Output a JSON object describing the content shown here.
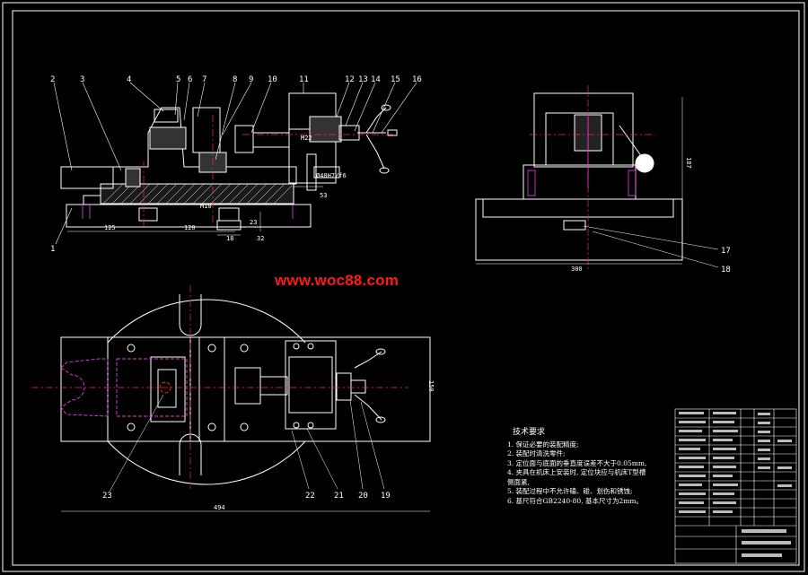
{
  "watermark": "www.woc88.com",
  "tech_requirements": {
    "title": "技术要求",
    "items": [
      "1. 保证必要的装配精度;",
      "2. 装配时清洗零件;",
      "3. 定位面与底面的垂直度误差不大于0.05mm,",
      "4. 夹具在机床上安装时, 定位块应与机床T型槽",
      "   侧面紧,",
      "5. 装配过程中不允许磕、碰、划伤和锈蚀;",
      "6. 基尺符合GB2240-80, 基本尺寸为2mm。"
    ]
  },
  "part_labels": [
    "1",
    "2",
    "3",
    "4",
    "5",
    "6",
    "7",
    "8",
    "9",
    "10",
    "11",
    "12",
    "13",
    "14",
    "15",
    "16",
    "17",
    "18",
    "19",
    "20",
    "21",
    "22",
    "23"
  ],
  "dimensions": {
    "d125": "125",
    "d120": "120",
    "d18": "18",
    "d32": "32",
    "d23": "23",
    "d53": "53",
    "d187": "187",
    "d300": "300",
    "d150": "150",
    "d494": "494",
    "m10": "M10",
    "m22": "M22",
    "fit": "Ø40H7/f6"
  },
  "colors": {
    "bg": "#000000",
    "line": "#ffffff",
    "red": "#ff2a2a",
    "magenta": "#ff33ff",
    "dash": "#e040e0"
  }
}
